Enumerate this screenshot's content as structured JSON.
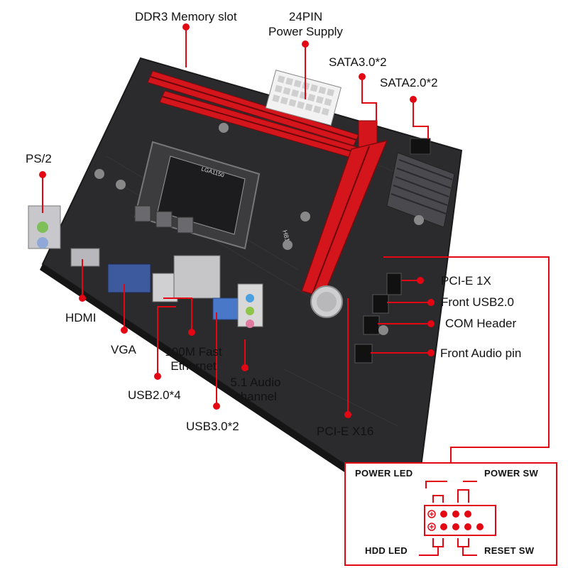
{
  "labels": {
    "ddr3": "DDR3 Memory slot",
    "pin24_line1": "24PIN",
    "pin24_line2": "Power Supply",
    "sata3": "SATA3.0*2",
    "sata2": "SATA2.0*2",
    "ps2": "PS/2",
    "pcie1x": "PCI-E 1X",
    "front_usb": "Front USB2.0",
    "com": "COM Header",
    "front_audio": "Front Audio pin",
    "hdmi": "HDMI",
    "vga": "VGA",
    "lan_line1": "100M Fast",
    "lan_line2": "Ethernet",
    "usb2": "USB2.0*4",
    "audio_line1": "5.1 Audio",
    "audio_line2": "channel",
    "usb3": "USB3.0*2",
    "pcie16": "PCI-E X16"
  },
  "board": {
    "socket_text": "LGA1150",
    "chipset_text": "H81"
  },
  "panel": {
    "power_led": "POWER LED",
    "power_sw": "POWER SW",
    "hdd_led": "HDD LED",
    "reset_sw": "RESET SW"
  },
  "colors": {
    "accent": "#e30613",
    "pcb": "#2a2a2c",
    "slot": "#d4161c"
  }
}
